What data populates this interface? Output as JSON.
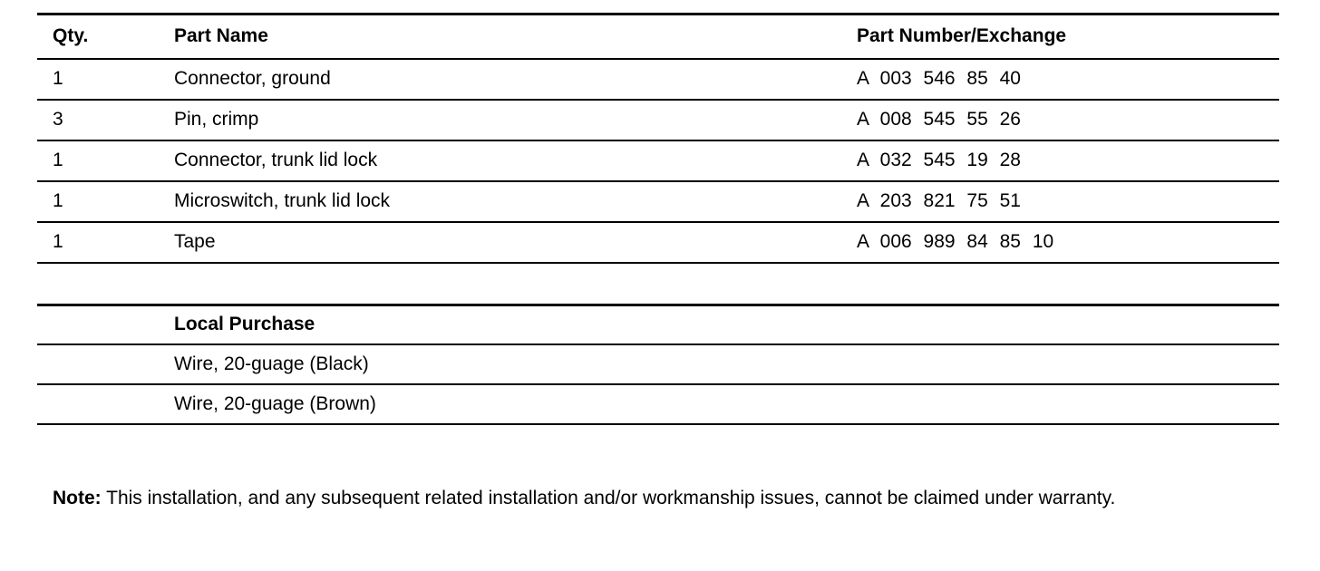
{
  "parts_table": {
    "columns": {
      "qty": "Qty.",
      "part_name": "Part Name",
      "part_number": "Part Number/Exchange"
    },
    "rows": [
      {
        "qty": "1",
        "part_name": "Connector, ground",
        "part_number": "A 003 546 85 40"
      },
      {
        "qty": "3",
        "part_name": "Pin, crimp",
        "part_number": "A 008 545 55 26"
      },
      {
        "qty": "1",
        "part_name": "Connector, trunk lid lock",
        "part_number": "A 032 545 19 28"
      },
      {
        "qty": "1",
        "part_name": "Microswitch, trunk lid lock",
        "part_number": "A 203 821 75 51"
      },
      {
        "qty": "1",
        "part_name": "Tape",
        "part_number": "A 006 989 84 85 10"
      }
    ]
  },
  "local_purchase": {
    "title": "Local Purchase",
    "rows": [
      {
        "part_name": "Wire, 20-guage (Black)"
      },
      {
        "part_name": "Wire, 20-guage (Brown)"
      }
    ]
  },
  "note": {
    "label": "Note:",
    "text": " This installation, and any subsequent related installation and/or workmanship issues, cannot be claimed under warranty."
  },
  "colors": {
    "background": "#ffffff",
    "text": "#000000",
    "rule": "#000000"
  }
}
